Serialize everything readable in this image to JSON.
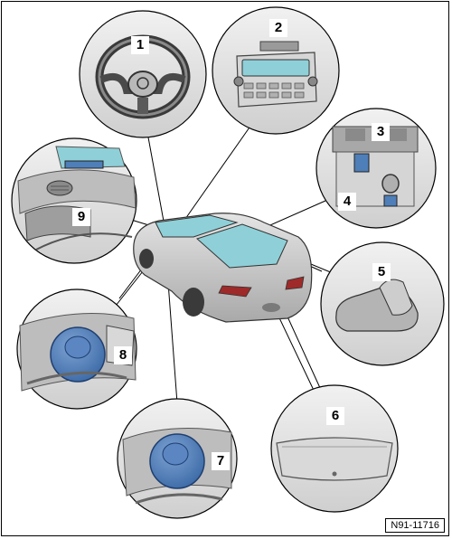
{
  "callouts": [
    {
      "label": "1"
    },
    {
      "label": "2"
    },
    {
      "label": "3"
    },
    {
      "label": "4"
    },
    {
      "label": "5"
    },
    {
      "label": "6"
    },
    {
      "label": "7"
    },
    {
      "label": "8"
    },
    {
      "label": "9"
    }
  ],
  "reference_code": "N91-11716",
  "colors": {
    "part_highlight": "#4f7fb8",
    "glass_highlight": "#8fd0d8",
    "car_body": "#c9c9c9",
    "outline": "#000000"
  }
}
